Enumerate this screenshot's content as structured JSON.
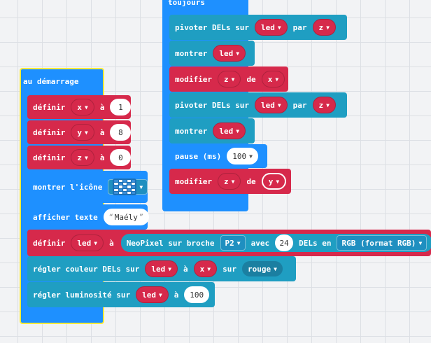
{
  "toujours": {
    "hat_label": "toujours",
    "rotate1": {
      "label": "pivoter DELs sur",
      "var": "led",
      "par": "par",
      "amount": "z"
    },
    "show1": {
      "label": "montrer",
      "var": "led"
    },
    "modify1": {
      "label": "modifier",
      "var": "z",
      "de": "de",
      "amount": "x"
    },
    "rotate2": {
      "label": "pivoter DELs sur",
      "var": "led",
      "par": "par",
      "amount": "z"
    },
    "show2": {
      "label": "montrer",
      "var": "led"
    },
    "pause": {
      "label": "pause (ms)",
      "value": "100"
    },
    "modify2": {
      "label": "modifier",
      "var": "z",
      "de": "de",
      "amount": "y"
    }
  },
  "demarrage": {
    "hat_label": "au démarrage",
    "setx": {
      "label": "définir",
      "var": "x",
      "a": "à",
      "value": "1"
    },
    "sety": {
      "label": "définir",
      "var": "y",
      "a": "à",
      "value": "8"
    },
    "setz": {
      "label": "définir",
      "var": "z",
      "a": "à",
      "value": "0"
    },
    "icon": {
      "label": "montrer l'icône"
    },
    "text": {
      "label": "afficher texte",
      "value": "Maély"
    },
    "setled": {
      "label": "définir",
      "var": "led",
      "a": "à",
      "neopixel_label": "NeoPixel sur broche",
      "pin": "P2",
      "avec": "avec",
      "count": "24",
      "dels_en": "DELs en",
      "mode": "RGB (format RGB)"
    },
    "color": {
      "label": "régler couleur DELs sur",
      "var": "led",
      "a": "à",
      "index": "x",
      "sur": "sur",
      "color": "rouge"
    },
    "brightness": {
      "label": "régler luminosité sur",
      "var": "led",
      "a": "à",
      "value": "100"
    }
  },
  "colors": {
    "loops_blue": "#1e90ff",
    "variables_red": "#d6294b",
    "neopixel_teal": "#1f9ec2",
    "selection_yellow": "#ffeb3b"
  },
  "icon_matrix": [
    0,
    1,
    0,
    1,
    0,
    1,
    0,
    1,
    0,
    1,
    0,
    1,
    0,
    1,
    0,
    1,
    0,
    1,
    0,
    1,
    0,
    1,
    0,
    1,
    0
  ]
}
